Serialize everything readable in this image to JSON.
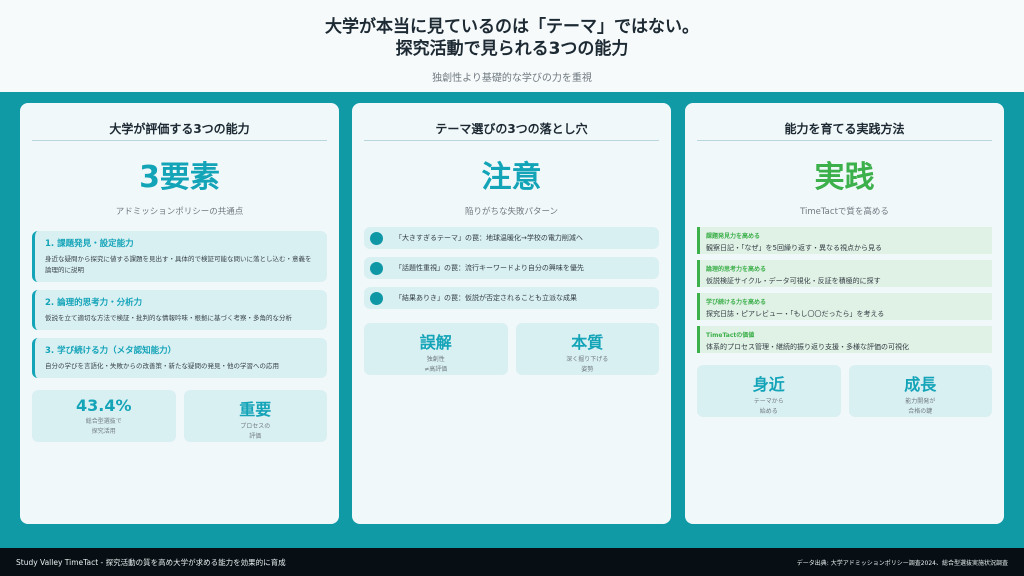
{
  "header": {
    "title_line1": "大学が本当に見ているのは「テーマ」ではない。",
    "title_line2": "探究活動で見られる3つの能力",
    "subtitle": "独創性より基礎的な学びの力を重視"
  },
  "cards": [
    {
      "title": "大学が評価する3つの能力",
      "big": "3要素",
      "big_sub": "アドミッションポリシーの共通点",
      "items": [
        {
          "title": "1. 課題発見・設定能力",
          "desc": "身近な疑問から探究に値する課題を見出す・具体的で検証可能な問いに落とし込む・意義を論理的に説明"
        },
        {
          "title": "2. 論理的思考力・分析力",
          "desc": "仮説を立て適切な方法で検証・批判的な情報吟味・根拠に基づく考察・多角的な分析"
        },
        {
          "title": "3. 学び続ける力（メタ認知能力）",
          "desc": "自分の学びを言語化・失敗からの改善策・新たな疑問の発見・他の学習への応用"
        }
      ],
      "stats": [
        {
          "value": "43.4%",
          "label": "総合型選抜で\n探究活用"
        },
        {
          "value": "重要",
          "label": "プロセスの\n評価"
        }
      ]
    },
    {
      "title": "テーマ選びの3つの落とし穴",
      "big": "注意",
      "big_sub": "陥りがちな失敗パターン",
      "items": [
        {
          "text": "「大きすぎるテーマ」の罠：地球温暖化→学校の電力削減へ"
        },
        {
          "text": "「話題性重視」の罠：流行キーワードより自分の興味を優先"
        },
        {
          "text": "「結果ありき」の罠：仮説が否定されることも立派な成果"
        }
      ],
      "stats": [
        {
          "value": "誤解",
          "label": "独創性\n≠高評価"
        },
        {
          "value": "本質",
          "label": "深く掘り下げる\n姿勢"
        }
      ]
    },
    {
      "title": "能力を育てる実践方法",
      "big": "実践",
      "big_sub": "TimeTactで質を高める",
      "items": [
        {
          "title": "課題発見力を高める",
          "desc": "観察日記・「なぜ」を5回繰り返す・異なる視点から見る"
        },
        {
          "title": "論理的思考力を高める",
          "desc": "仮説検証サイクル・データ可視化・反証を積極的に探す"
        },
        {
          "title": "学び続ける力を高める",
          "desc": "探究日誌・ピアレビュー・「もし〇〇だったら」を考える"
        },
        {
          "title": "TimeTactの価値",
          "desc": "体系的プロセス管理・継続的振り返り支援・多様な評価の可視化"
        }
      ],
      "stats": [
        {
          "value": "身近",
          "label": "テーマから\n始める"
        },
        {
          "value": "成長",
          "label": "能力開発が\n合格の鍵"
        }
      ]
    }
  ],
  "footer": {
    "left": "Study Valley TimeTact - 探究活動の質を高め大学が求める能力を効果的に育成",
    "right": "データ出典: 大学アドミッションポリシー調査2024、総合型選抜実施状況調査"
  }
}
